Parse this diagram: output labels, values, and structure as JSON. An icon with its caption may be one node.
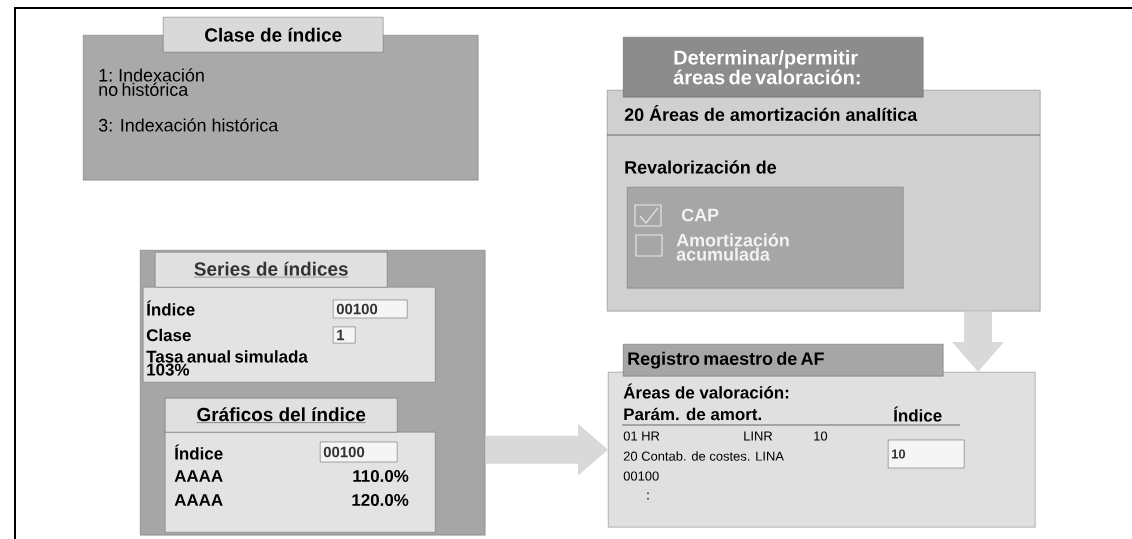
{
  "diagram": {
    "nodes": [
      {
        "text": [
          "Clase de índice",
          "1: Indexación no histórica",
          "3: Indexación histórica"
        ]
      },
      {
        "text": [],
        "shape": "box"
      },
      {
        "text": [
          "Series de índices",
          "Índice",
          "00100",
          "Clase",
          "1",
          "Tasa anual simulada 103%"
        ],
        "in": 1
      },
      {
        "text": [
          "Gráficos del índice",
          "Índice",
          "00100",
          "AAAA",
          "110.0%",
          "AAAA",
          "120.0%"
        ],
        "in": 1
      },
      {
        "text": [
          "Determinar/permitir áreas de valoración:",
          "20 Áreas de amortización analítica",
          "Revalorización de"
        ]
      },
      {
        "text": [
          "CAP",
          "Amortización acumulada"
        ],
        "in": 4
      },
      {
        "text": [
          "Registro maestro de AF",
          "Áreas de valoración:",
          "Parám. de amort.",
          "Índice",
          "01 HR",
          "LINR",
          "10",
          "20 Contab. de costes. LINA",
          "10",
          "00100",
          ":"
        ]
      }
    ],
    "edges": [
      {
        "from": 1,
        "to": 6,
        "arrow": "to"
      },
      {
        "from": 4,
        "to": 6,
        "arrow": "to"
      }
    ]
  }
}
